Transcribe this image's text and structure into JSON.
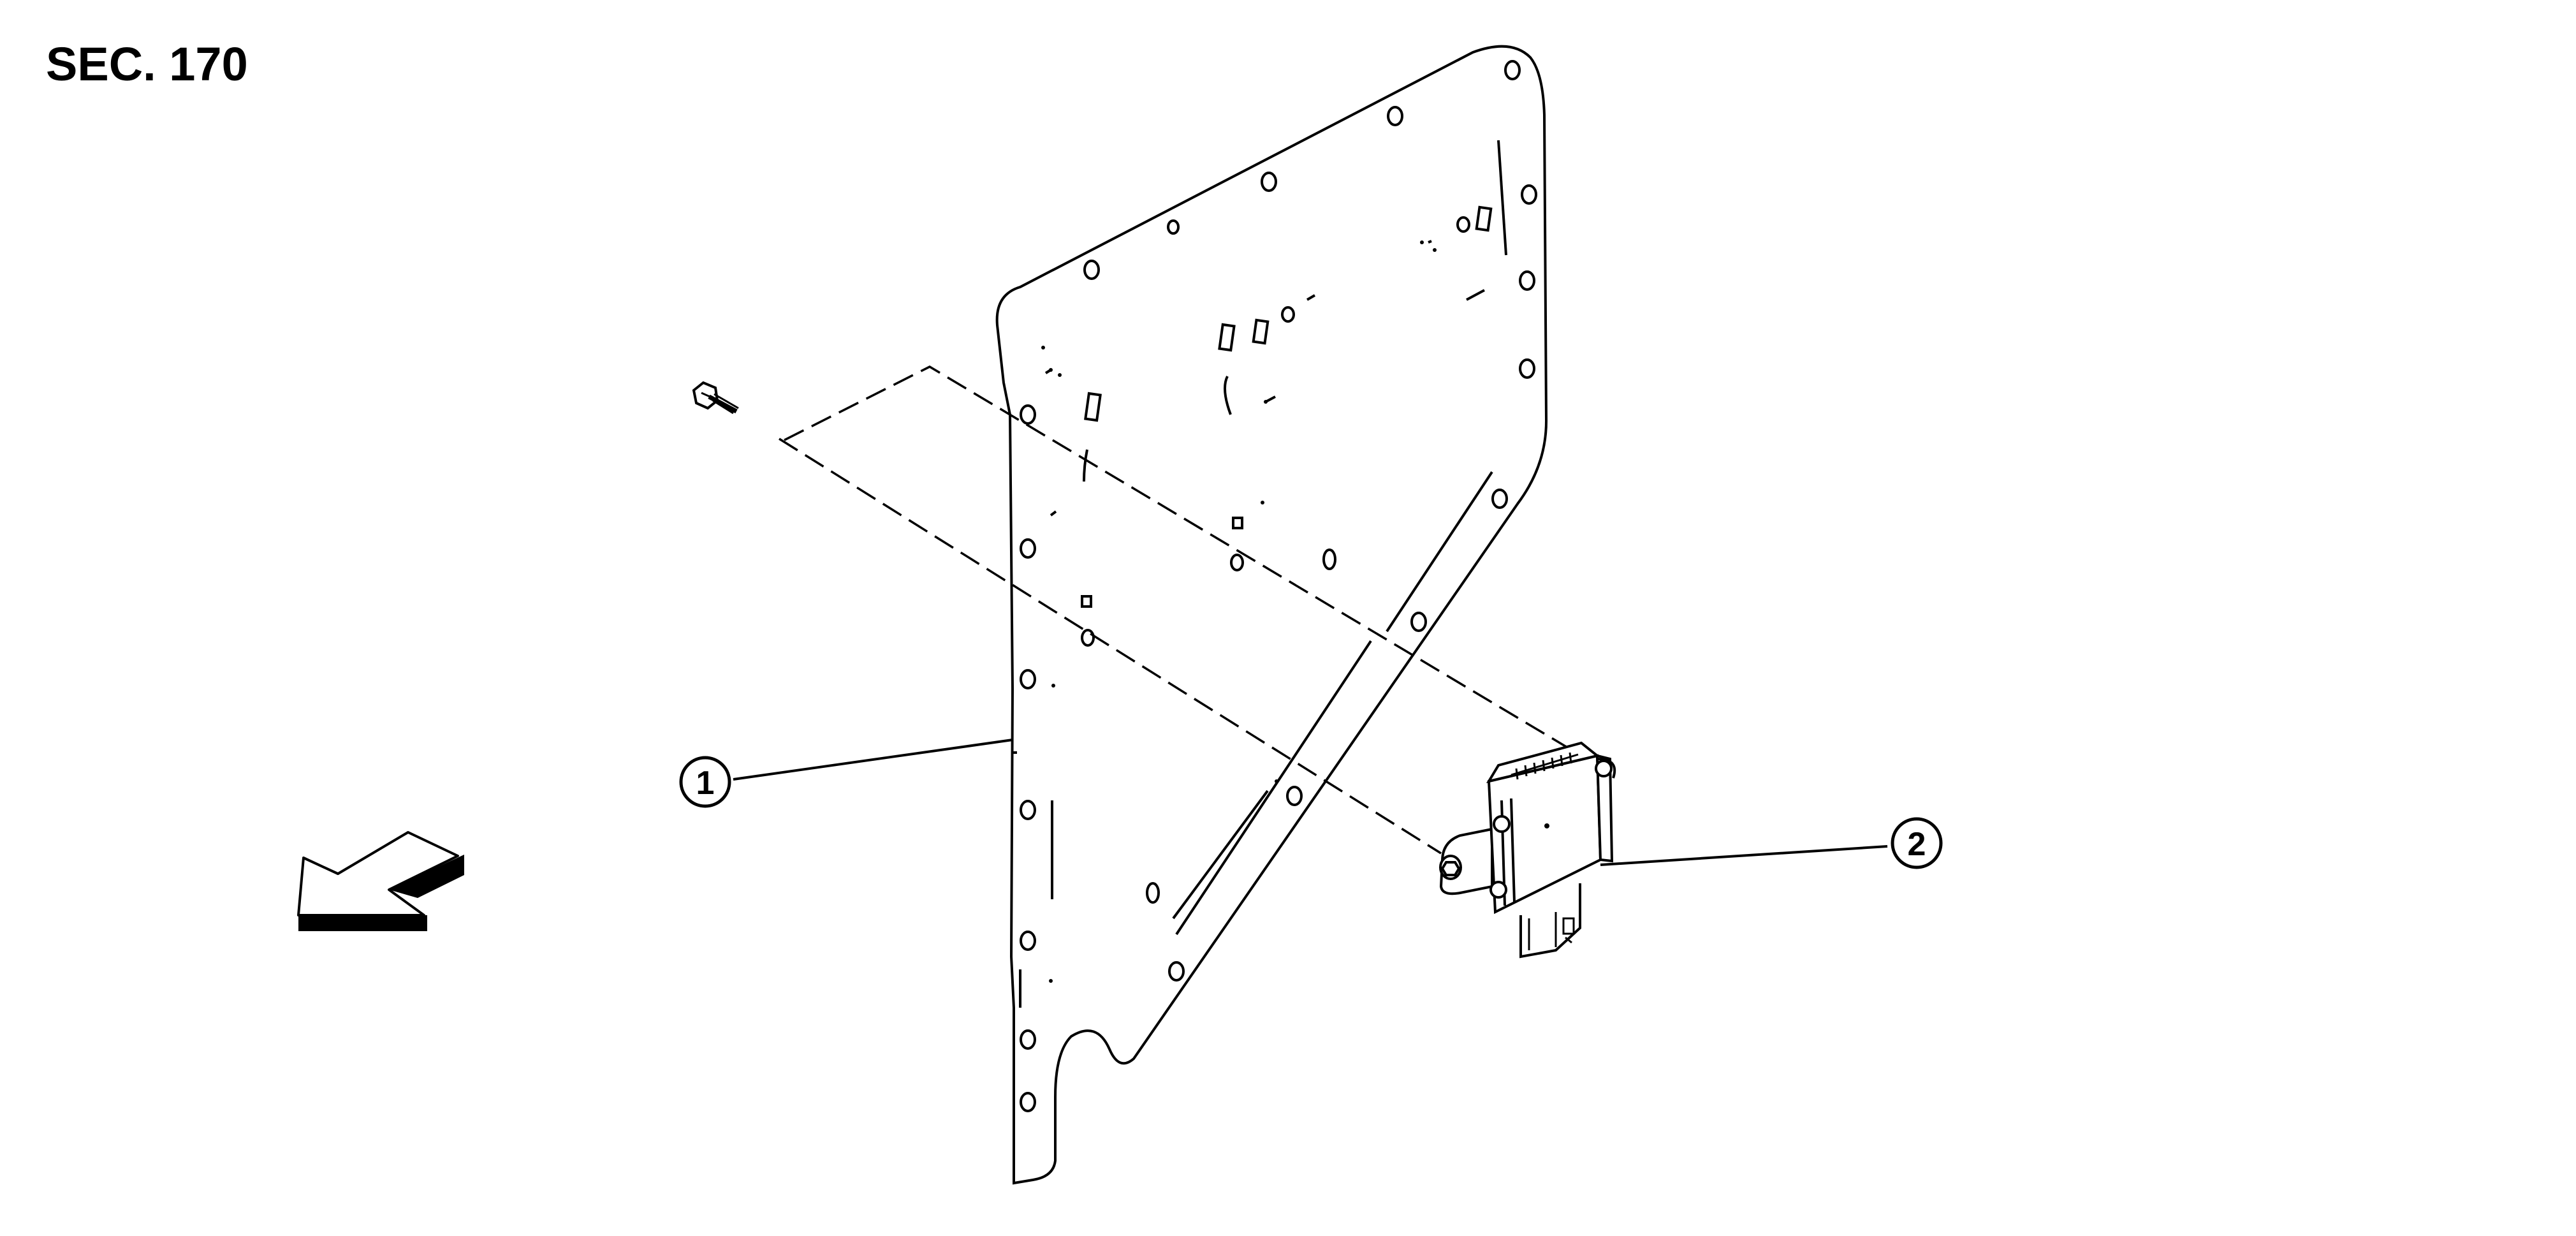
{
  "diagram": {
    "section_label": "SEC. 170",
    "callouts": [
      {
        "number": "1"
      },
      {
        "number": "2"
      }
    ],
    "colors": {
      "line": "#000000",
      "background": "#ffffff",
      "arrow_fill": "#000000"
    },
    "icons": {
      "direction_arrow": "front-direction-arrow-icon",
      "bolt": "bolt-icon"
    }
  }
}
